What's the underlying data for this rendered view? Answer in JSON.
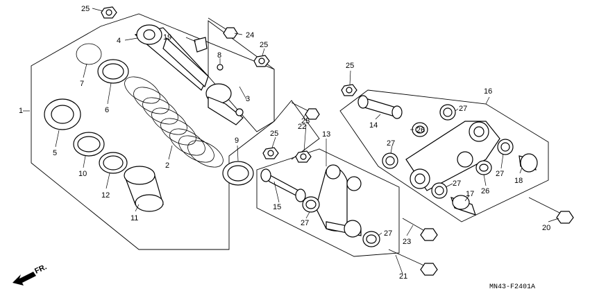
{
  "diagram": {
    "code": "MN43-F2401A",
    "direction_label": "FR.",
    "callouts": [
      "1",
      "2",
      "3",
      "4",
      "5",
      "6",
      "7",
      "8",
      "9",
      "10",
      "11",
      "12",
      "13",
      "14",
      "15",
      "16",
      "17",
      "18",
      "19",
      "20",
      "21",
      "22",
      "23",
      "24",
      "25",
      "25",
      "25",
      "25",
      "25",
      "26",
      "26",
      "27",
      "27",
      "27",
      "27",
      "27",
      "27",
      "27"
    ]
  }
}
